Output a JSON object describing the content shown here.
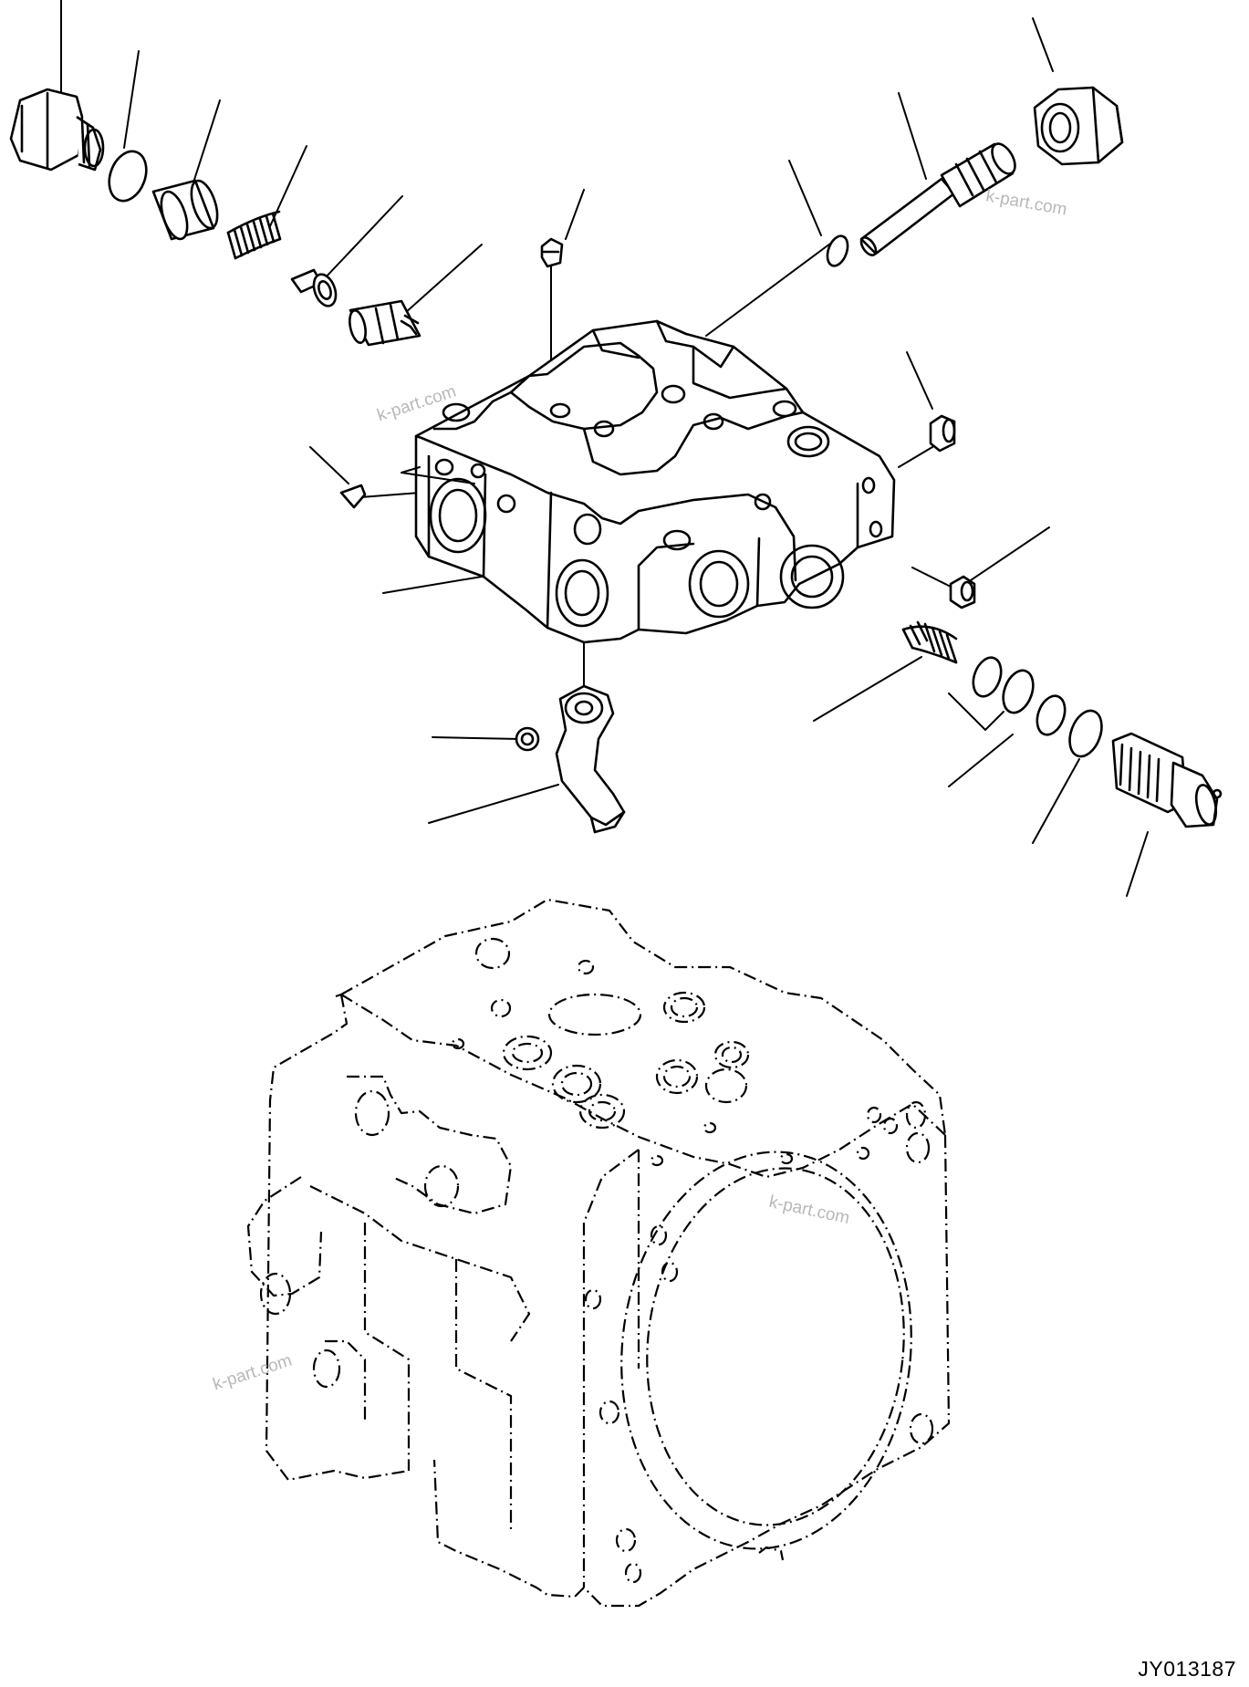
{
  "drawing_code": "JY013187",
  "watermarks": [
    "k-part.com",
    "k-part.com",
    "k-part.com",
    "k-part.com"
  ]
}
